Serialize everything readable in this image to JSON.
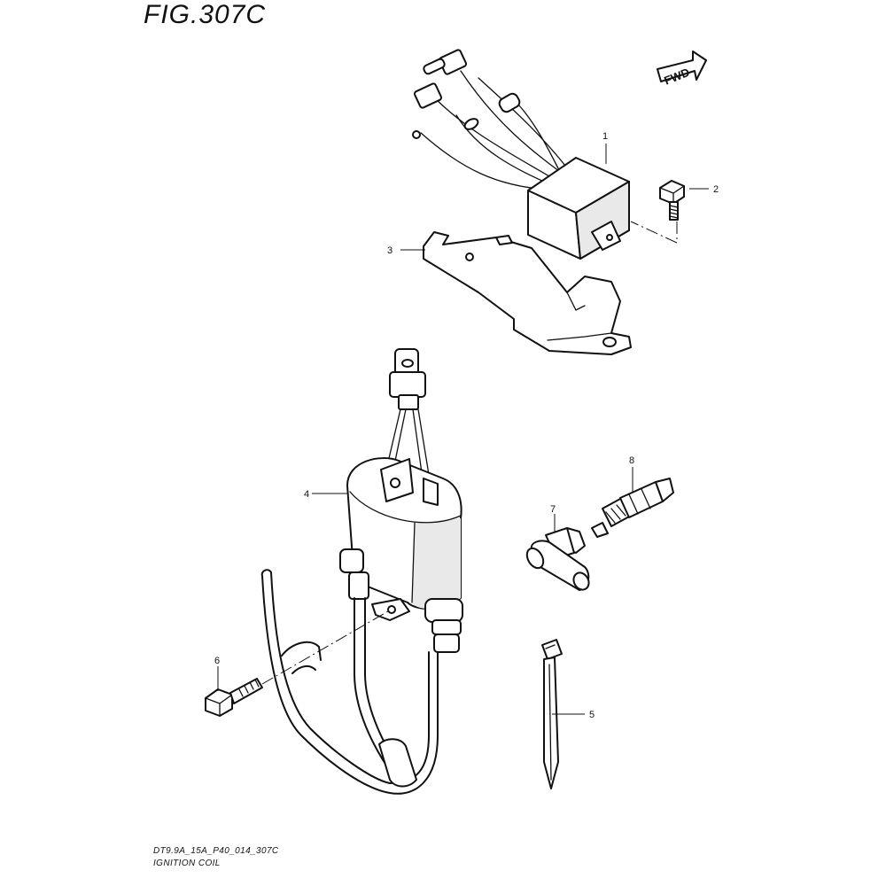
{
  "figure_title": "FIG.307C",
  "fwd_label": "FWD",
  "callouts": {
    "p1": "1",
    "p2": "2",
    "p3": "3",
    "p4": "4",
    "p5": "5",
    "p6": "6",
    "p7": "7",
    "p8": "8"
  },
  "footer": {
    "code": "DT9.9A_15A_P40_014_307C",
    "name": "IGNITION COIL"
  }
}
